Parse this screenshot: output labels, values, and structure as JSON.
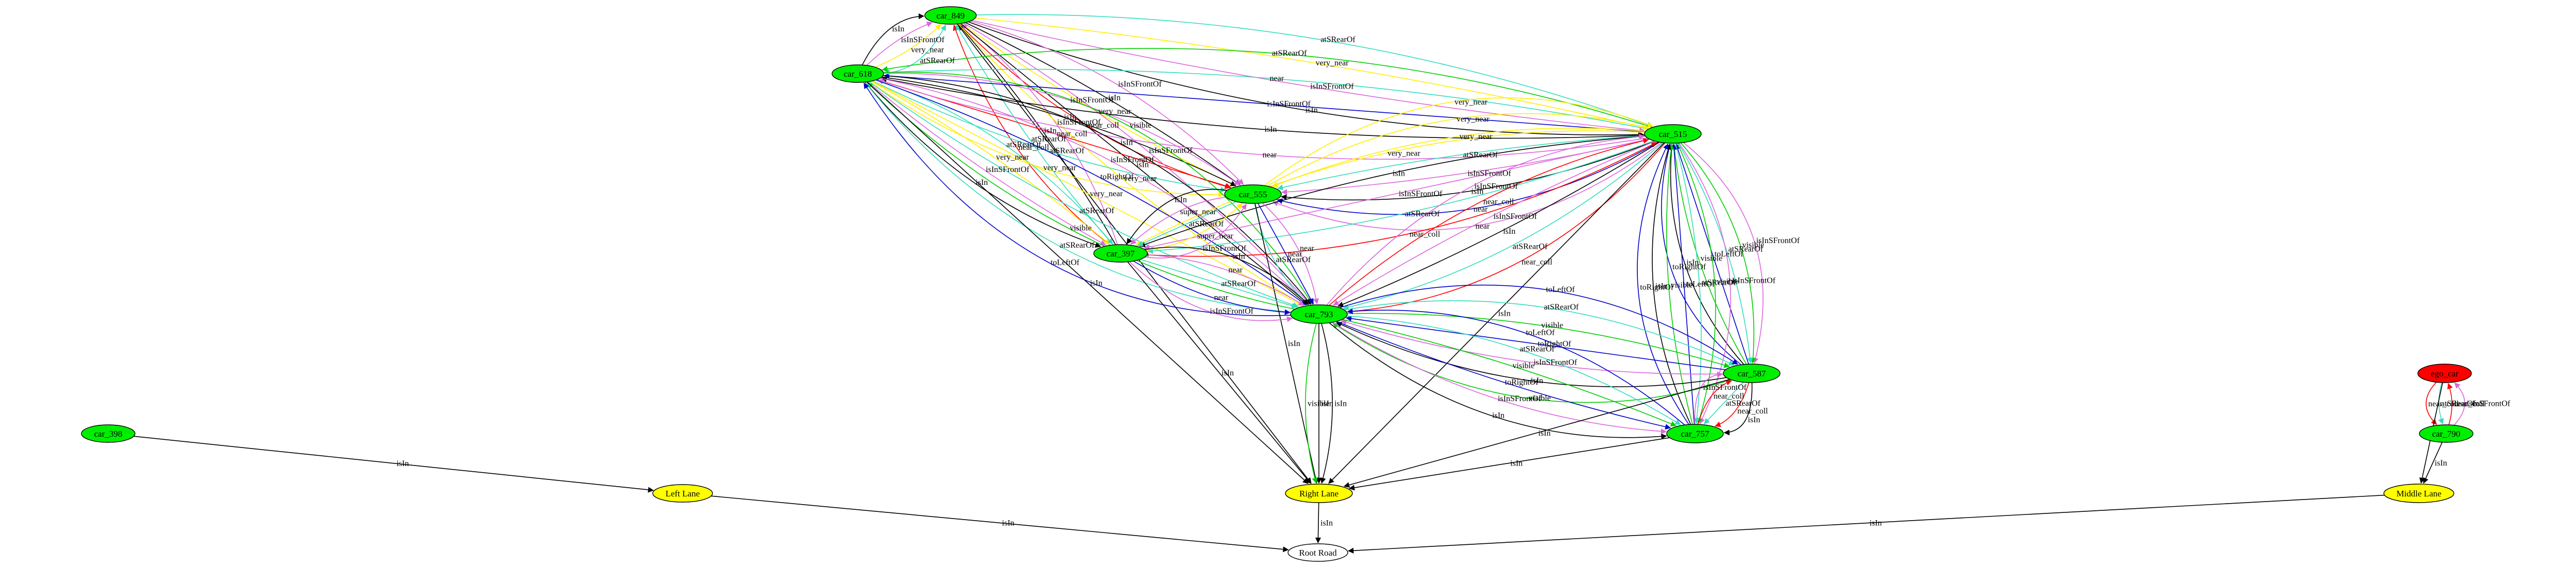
{
  "colors": {
    "ego": "#ff0000",
    "car": "#00ee00",
    "lane": "#ffff00",
    "road": "#ffffff",
    "black": "#000000",
    "red": "#ff0000",
    "yellow": "#ffee00",
    "green": "#00cc00",
    "cyan": "#33ddbb",
    "blue": "#0000cc",
    "violet": "#dd66dd"
  },
  "nodes": [
    {
      "id": "car_849",
      "label": "car_849",
      "kind": "car"
    },
    {
      "id": "car_618",
      "label": "car_618",
      "kind": "car"
    },
    {
      "id": "car_515",
      "label": "car_515",
      "kind": "car"
    },
    {
      "id": "car_555",
      "label": "car_555",
      "kind": "car"
    },
    {
      "id": "car_397",
      "label": "car_397",
      "kind": "car"
    },
    {
      "id": "car_793",
      "label": "car_793",
      "kind": "car"
    },
    {
      "id": "car_587",
      "label": "car_587",
      "kind": "car"
    },
    {
      "id": "car_757",
      "label": "car_757",
      "kind": "car"
    },
    {
      "id": "ego_car",
      "label": "ego_car",
      "kind": "ego"
    },
    {
      "id": "car_790",
      "label": "car_790",
      "kind": "car"
    },
    {
      "id": "car_398",
      "label": "car_398",
      "kind": "car"
    },
    {
      "id": "left_lane",
      "label": "Left Lane",
      "kind": "lane"
    },
    {
      "id": "right_lane",
      "label": "Right Lane",
      "kind": "lane"
    },
    {
      "id": "middle_lane",
      "label": "Middle Lane",
      "kind": "lane"
    },
    {
      "id": "root_road",
      "label": "Root Road",
      "kind": "road"
    }
  ],
  "edges": [
    {
      "from": "car_618",
      "to": "car_849",
      "label": "isIn",
      "color": "black"
    },
    {
      "from": "car_618",
      "to": "car_849",
      "label": "isInSFrontOf",
      "color": "violet"
    },
    {
      "from": "car_618",
      "to": "car_849",
      "label": "very_near",
      "color": "yellow"
    },
    {
      "from": "car_618",
      "to": "car_849",
      "label": "atSRearOf",
      "color": "cyan"
    },
    {
      "from": "car_849",
      "to": "car_515",
      "label": "isIn",
      "color": "black"
    },
    {
      "from": "car_849",
      "to": "car_515",
      "label": "isInSFrontOf",
      "color": "violet"
    },
    {
      "from": "car_849",
      "to": "car_515",
      "label": "very_near",
      "color": "yellow"
    },
    {
      "from": "car_849",
      "to": "car_515",
      "label": "atSRearOf",
      "color": "cyan"
    },
    {
      "from": "car_849",
      "to": "car_555",
      "label": "near_coll",
      "color": "red"
    },
    {
      "from": "car_849",
      "to": "car_555",
      "label": "very_near",
      "color": "yellow"
    },
    {
      "from": "car_849",
      "to": "car_555",
      "label": "isIn",
      "color": "black"
    },
    {
      "from": "car_849",
      "to": "car_555",
      "label": "isInSFrontOf",
      "color": "violet"
    },
    {
      "from": "car_397",
      "to": "car_849",
      "label": "near_coll",
      "color": "red"
    },
    {
      "from": "car_397",
      "to": "car_849",
      "label": "atSRearOf",
      "color": "cyan"
    },
    {
      "from": "car_397",
      "to": "car_849",
      "label": "isIn",
      "color": "black"
    },
    {
      "from": "car_397",
      "to": "car_849",
      "label": "isInSFrontOf",
      "color": "violet"
    },
    {
      "from": "car_849",
      "to": "car_793",
      "label": "very_near",
      "color": "yellow"
    },
    {
      "from": "car_849",
      "to": "car_793",
      "label": "isIn",
      "color": "black"
    },
    {
      "from": "car_849",
      "to": "car_793",
      "label": "isInSFrontOf",
      "color": "violet"
    },
    {
      "from": "car_849",
      "to": "right_lane",
      "label": "isIn",
      "color": "black"
    },
    {
      "from": "car_618",
      "to": "car_555",
      "label": "very_near",
      "color": "yellow"
    },
    {
      "from": "car_618",
      "to": "car_555",
      "label": "atSRearOf",
      "color": "cyan"
    },
    {
      "from": "car_618",
      "to": "car_555",
      "label": "near_coll",
      "color": "red"
    },
    {
      "from": "car_618",
      "to": "car_555",
      "label": "isIn",
      "color": "black"
    },
    {
      "from": "car_618",
      "to": "car_555",
      "label": "isInSFrontOf",
      "color": "violet"
    },
    {
      "from": "car_515",
      "to": "car_618",
      "label": "near",
      "color": "violet"
    },
    {
      "from": "car_515",
      "to": "car_618",
      "label": "isIn",
      "color": "black"
    },
    {
      "from": "car_515",
      "to": "car_618",
      "label": "isInSFrontOf",
      "color": "blue"
    },
    {
      "from": "car_515",
      "to": "car_618",
      "label": "near",
      "color": "cyan"
    },
    {
      "from": "car_515",
      "to": "car_618",
      "label": "atSRearOf",
      "color": "green"
    },
    {
      "from": "car_618",
      "to": "car_397",
      "label": "isIn",
      "color": "black"
    },
    {
      "from": "car_618",
      "to": "car_397",
      "label": "isInSFrontOf",
      "color": "violet"
    },
    {
      "from": "car_618",
      "to": "car_397",
      "label": "very_near",
      "color": "yellow"
    },
    {
      "from": "car_618",
      "to": "car_397",
      "label": "atSRearOf",
      "color": "cyan"
    },
    {
      "from": "car_618",
      "to": "car_793",
      "label": "visible",
      "color": "green"
    },
    {
      "from": "car_618",
      "to": "car_793",
      "label": "isIn",
      "color": "black"
    },
    {
      "from": "car_618",
      "to": "car_793",
      "label": "isInSFrontOf",
      "color": "violet"
    },
    {
      "from": "car_618",
      "to": "car_793",
      "label": "toRightOf",
      "color": "blue"
    },
    {
      "from": "car_618",
      "to": "car_793",
      "label": "very_near",
      "color": "yellow"
    },
    {
      "from": "car_618",
      "to": "car_793",
      "label": "atSRearOf",
      "color": "cyan"
    },
    {
      "from": "car_793",
      "to": "car_618",
      "label": "visible",
      "color": "green"
    },
    {
      "from": "car_793",
      "to": "car_618",
      "label": "atSRearOf",
      "color": "cyan"
    },
    {
      "from": "car_793",
      "to": "car_618",
      "label": "toLeftOf",
      "color": "blue"
    },
    {
      "from": "car_618",
      "to": "right_lane",
      "label": "isIn",
      "color": "black"
    },
    {
      "from": "car_515",
      "to": "car_555",
      "label": "near",
      "color": "violet"
    },
    {
      "from": "car_515",
      "to": "car_555",
      "label": "near",
      "color": "blue"
    },
    {
      "from": "car_515",
      "to": "car_555",
      "label": "isIn",
      "color": "black"
    },
    {
      "from": "car_515",
      "to": "car_555",
      "label": "isInSFrontOf",
      "color": "violet"
    },
    {
      "from": "car_515",
      "to": "car_555",
      "label": "atSRearOf",
      "color": "cyan"
    },
    {
      "from": "car_515",
      "to": "car_555",
      "label": "very_near",
      "color": "yellow"
    },
    {
      "from": "car_515",
      "to": "car_397",
      "label": "very_near",
      "color": "yellow"
    },
    {
      "from": "car_515",
      "to": "car_397",
      "label": "isIn",
      "color": "black"
    },
    {
      "from": "car_515",
      "to": "car_397",
      "label": "isInSFrontOf",
      "color": "violet"
    },
    {
      "from": "car_515",
      "to": "car_397",
      "label": "atSRearOf",
      "color": "cyan"
    },
    {
      "from": "car_397",
      "to": "car_515",
      "label": "near_coll",
      "color": "red"
    },
    {
      "from": "car_515",
      "to": "car_793",
      "label": "near_coll",
      "color": "red"
    },
    {
      "from": "car_515",
      "to": "car_793",
      "label": "atSRearOf",
      "color": "cyan"
    },
    {
      "from": "car_515",
      "to": "car_793",
      "label": "isIn",
      "color": "black"
    },
    {
      "from": "car_515",
      "to": "car_793",
      "label": "isInSFrontOf",
      "color": "violet"
    },
    {
      "from": "car_793",
      "to": "car_515",
      "label": "near_coll",
      "color": "red"
    },
    {
      "from": "car_793",
      "to": "car_515",
      "label": "isInSFrontOf",
      "color": "violet"
    },
    {
      "from": "car_515",
      "to": "car_587",
      "label": "isInSFrontOf",
      "color": "violet"
    },
    {
      "from": "car_515",
      "to": "car_587",
      "label": "visible",
      "color": "green"
    },
    {
      "from": "car_515",
      "to": "car_587",
      "label": "atSRearOf",
      "color": "cyan"
    },
    {
      "from": "car_587",
      "to": "car_515",
      "label": "toLeftOf",
      "color": "blue"
    },
    {
      "from": "car_587",
      "to": "car_515",
      "label": "visible",
      "color": "green"
    },
    {
      "from": "car_587",
      "to": "car_515",
      "label": "isIn",
      "color": "black"
    },
    {
      "from": "car_587",
      "to": "car_515",
      "label": "toRightOf",
      "color": "blue"
    },
    {
      "from": "car_515",
      "to": "car_757",
      "label": "isInSFrontOf",
      "color": "violet"
    },
    {
      "from": "car_515",
      "to": "car_757",
      "label": "visible",
      "color": "green"
    },
    {
      "from": "car_515",
      "to": "car_757",
      "label": "atSRearOf",
      "color": "cyan"
    },
    {
      "from": "car_757",
      "to": "car_515",
      "label": "toLeftOf",
      "color": "blue"
    },
    {
      "from": "car_757",
      "to": "car_515",
      "label": "visible",
      "color": "green"
    },
    {
      "from": "car_757",
      "to": "car_515",
      "label": "isIn",
      "color": "black"
    },
    {
      "from": "car_757",
      "to": "car_515",
      "label": "toRightOf",
      "color": "blue"
    },
    {
      "from": "car_515",
      "to": "right_lane",
      "label": "isIn",
      "color": "black"
    },
    {
      "from": "car_555",
      "to": "car_397",
      "label": "isIn",
      "color": "black"
    },
    {
      "from": "car_555",
      "to": "car_397",
      "label": "super_near",
      "color": "violet"
    },
    {
      "from": "car_555",
      "to": "car_397",
      "label": "atSRearOf",
      "color": "cyan"
    },
    {
      "from": "car_397",
      "to": "car_555",
      "label": "super_near",
      "color": "yellow"
    },
    {
      "from": "car_397",
      "to": "car_555",
      "label": "isInSFrontOf",
      "color": "violet"
    },
    {
      "from": "car_555",
      "to": "car_793",
      "label": "near",
      "color": "violet"
    },
    {
      "from": "car_555",
      "to": "car_793",
      "label": "near",
      "color": "blue"
    },
    {
      "from": "car_555",
      "to": "car_793",
      "label": "atSRearOf",
      "color": "cyan"
    },
    {
      "from": "car_555",
      "to": "car_515",
      "label": "very_near",
      "color": "yellow"
    },
    {
      "from": "car_555",
      "to": "car_515",
      "label": "very_near",
      "color": "yellow"
    },
    {
      "from": "car_555",
      "to": "right_lane",
      "label": "isIn",
      "color": "black"
    },
    {
      "from": "car_397",
      "to": "car_793",
      "label": "isIn",
      "color": "black"
    },
    {
      "from": "car_397",
      "to": "car_793",
      "label": "near",
      "color": "violet"
    },
    {
      "from": "car_397",
      "to": "car_793",
      "label": "atSRearOf",
      "color": "cyan"
    },
    {
      "from": "car_397",
      "to": "car_793",
      "label": "near",
      "color": "blue"
    },
    {
      "from": "car_397",
      "to": "car_793",
      "label": "isInSFrontOf",
      "color": "violet"
    },
    {
      "from": "car_397",
      "to": "right_lane",
      "label": "isIn",
      "color": "black"
    },
    {
      "from": "car_587",
      "to": "car_793",
      "label": "visible",
      "color": "green"
    },
    {
      "from": "car_587",
      "to": "car_793",
      "label": "isIn",
      "color": "black"
    },
    {
      "from": "car_587",
      "to": "car_793",
      "label": "isInSFrontOf",
      "color": "violet"
    },
    {
      "from": "car_587",
      "to": "car_793",
      "label": "toRightOf",
      "color": "blue"
    },
    {
      "from": "car_793",
      "to": "car_587",
      "label": "visible",
      "color": "green"
    },
    {
      "from": "car_793",
      "to": "car_587",
      "label": "atSRearOf",
      "color": "cyan"
    },
    {
      "from": "car_793",
      "to": "car_587",
      "label": "toLeftOf",
      "color": "blue"
    },
    {
      "from": "car_793",
      "to": "car_757",
      "label": "isIn",
      "color": "black"
    },
    {
      "from": "car_793",
      "to": "car_757",
      "label": "isInSFrontOf",
      "color": "violet"
    },
    {
      "from": "car_793",
      "to": "car_757",
      "label": "toRightOf",
      "color": "blue"
    },
    {
      "from": "car_793",
      "to": "car_757",
      "label": "visible",
      "color": "green"
    },
    {
      "from": "car_793",
      "to": "car_757",
      "label": "atSRearOf",
      "color": "cyan"
    },
    {
      "from": "car_757",
      "to": "car_793",
      "label": "toLeftOf",
      "color": "blue"
    },
    {
      "from": "car_793",
      "to": "right_lane",
      "label": "isIn",
      "color": "black"
    },
    {
      "from": "car_793",
      "to": "right_lane",
      "label": "isIn",
      "color": "black"
    },
    {
      "from": "car_793",
      "to": "right_lane",
      "label": "visible",
      "color": "green"
    },
    {
      "from": "car_587",
      "to": "car_757",
      "label": "isIn",
      "color": "black"
    },
    {
      "from": "car_587",
      "to": "car_757",
      "label": "near_coll",
      "color": "red"
    },
    {
      "from": "car_587",
      "to": "car_757",
      "label": "atSRearOf",
      "color": "cyan"
    },
    {
      "from": "car_757",
      "to": "car_587",
      "label": "near_coll",
      "color": "red"
    },
    {
      "from": "car_757",
      "to": "car_587",
      "label": "isInSFrontOf",
      "color": "violet"
    },
    {
      "from": "car_587",
      "to": "right_lane",
      "label": "isIn",
      "color": "black"
    },
    {
      "from": "car_757",
      "to": "right_lane",
      "label": "isIn",
      "color": "black"
    },
    {
      "from": "ego_car",
      "to": "car_790",
      "label": "near_coll",
      "color": "red"
    },
    {
      "from": "ego_car",
      "to": "car_790",
      "label": "atSRearOf",
      "color": "cyan"
    },
    {
      "from": "car_790",
      "to": "ego_car",
      "label": "near_coll",
      "color": "red"
    },
    {
      "from": "car_790",
      "to": "ego_car",
      "label": "isInSFrontOf",
      "color": "violet"
    },
    {
      "from": "ego_car",
      "to": "middle_lane",
      "label": "isIn",
      "color": "black"
    },
    {
      "from": "car_790",
      "to": "middle_lane",
      "label": "isIn",
      "color": "black"
    },
    {
      "from": "car_398",
      "to": "left_lane",
      "label": "isIn",
      "color": "black"
    },
    {
      "from": "left_lane",
      "to": "root_road",
      "label": "isIn",
      "color": "black"
    },
    {
      "from": "right_lane",
      "to": "root_road",
      "label": "isIn",
      "color": "black"
    },
    {
      "from": "middle_lane",
      "to": "root_road",
      "label": "isIn",
      "color": "black"
    }
  ]
}
